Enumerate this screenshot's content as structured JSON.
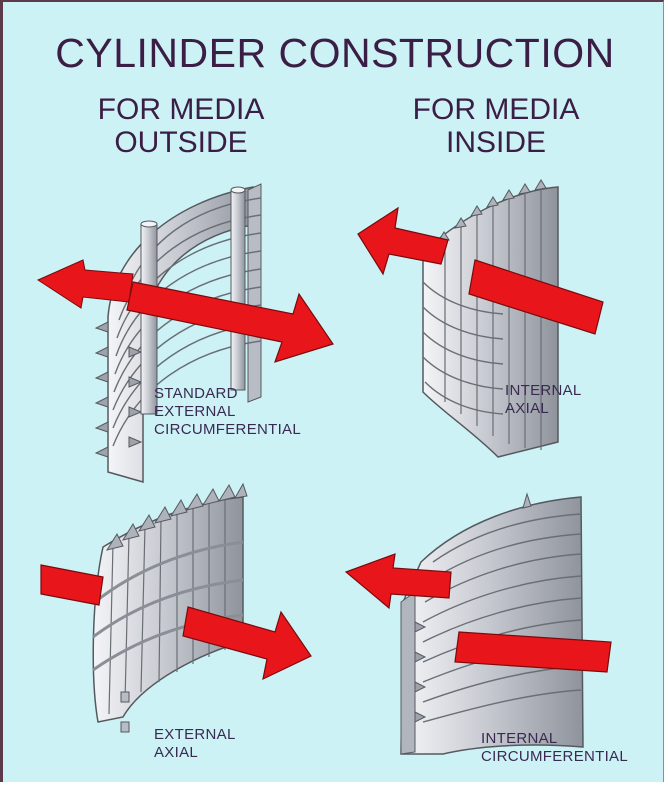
{
  "title": "CYLINDER CONSTRUCTION",
  "columns": {
    "left": {
      "line1": "FOR MEDIA",
      "line2": "OUTSIDE"
    },
    "right": {
      "line1": "FOR MEDIA",
      "line2": "INSIDE"
    }
  },
  "panels": {
    "standard_external": {
      "line1": "STANDARD",
      "line2": "EXTERNAL",
      "line3": "CIRCUMFERENTIAL"
    },
    "internal_axial": {
      "line1": "INTERNAL",
      "line2": "AXIAL"
    },
    "external_axial": {
      "line1": "EXTERNAL",
      "line2": "AXIAL"
    },
    "internal_circumferential": {
      "line1": "INTERNAL",
      "line2": "CIRCUMFERENTIAL"
    }
  },
  "colors": {
    "background": "#ccf2f6",
    "text": "#3b1e45",
    "arrow": "#e8161a",
    "metal": "#c9ccd3"
  }
}
